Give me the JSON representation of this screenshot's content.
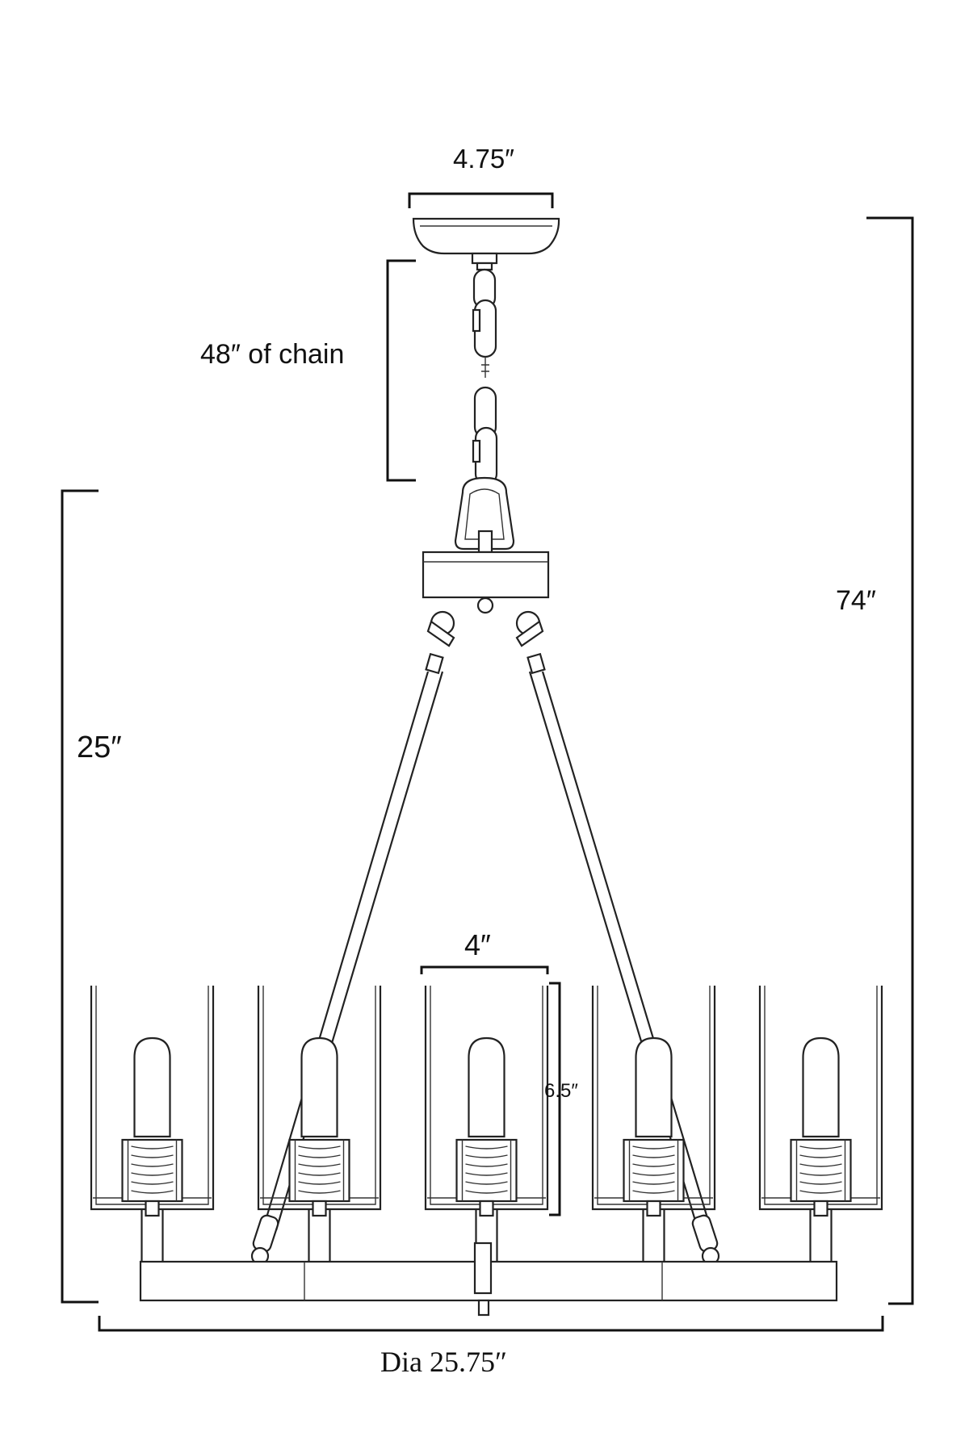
{
  "dimensions": {
    "canopy_width": "4.75″",
    "chain_length": "48″ of chain",
    "overall_height": "74″",
    "body_height": "25″",
    "shade_width": "4″",
    "shade_height": "6.5″",
    "diameter": "Dia 25.75″"
  },
  "fixture": {
    "shade_count": 5
  }
}
